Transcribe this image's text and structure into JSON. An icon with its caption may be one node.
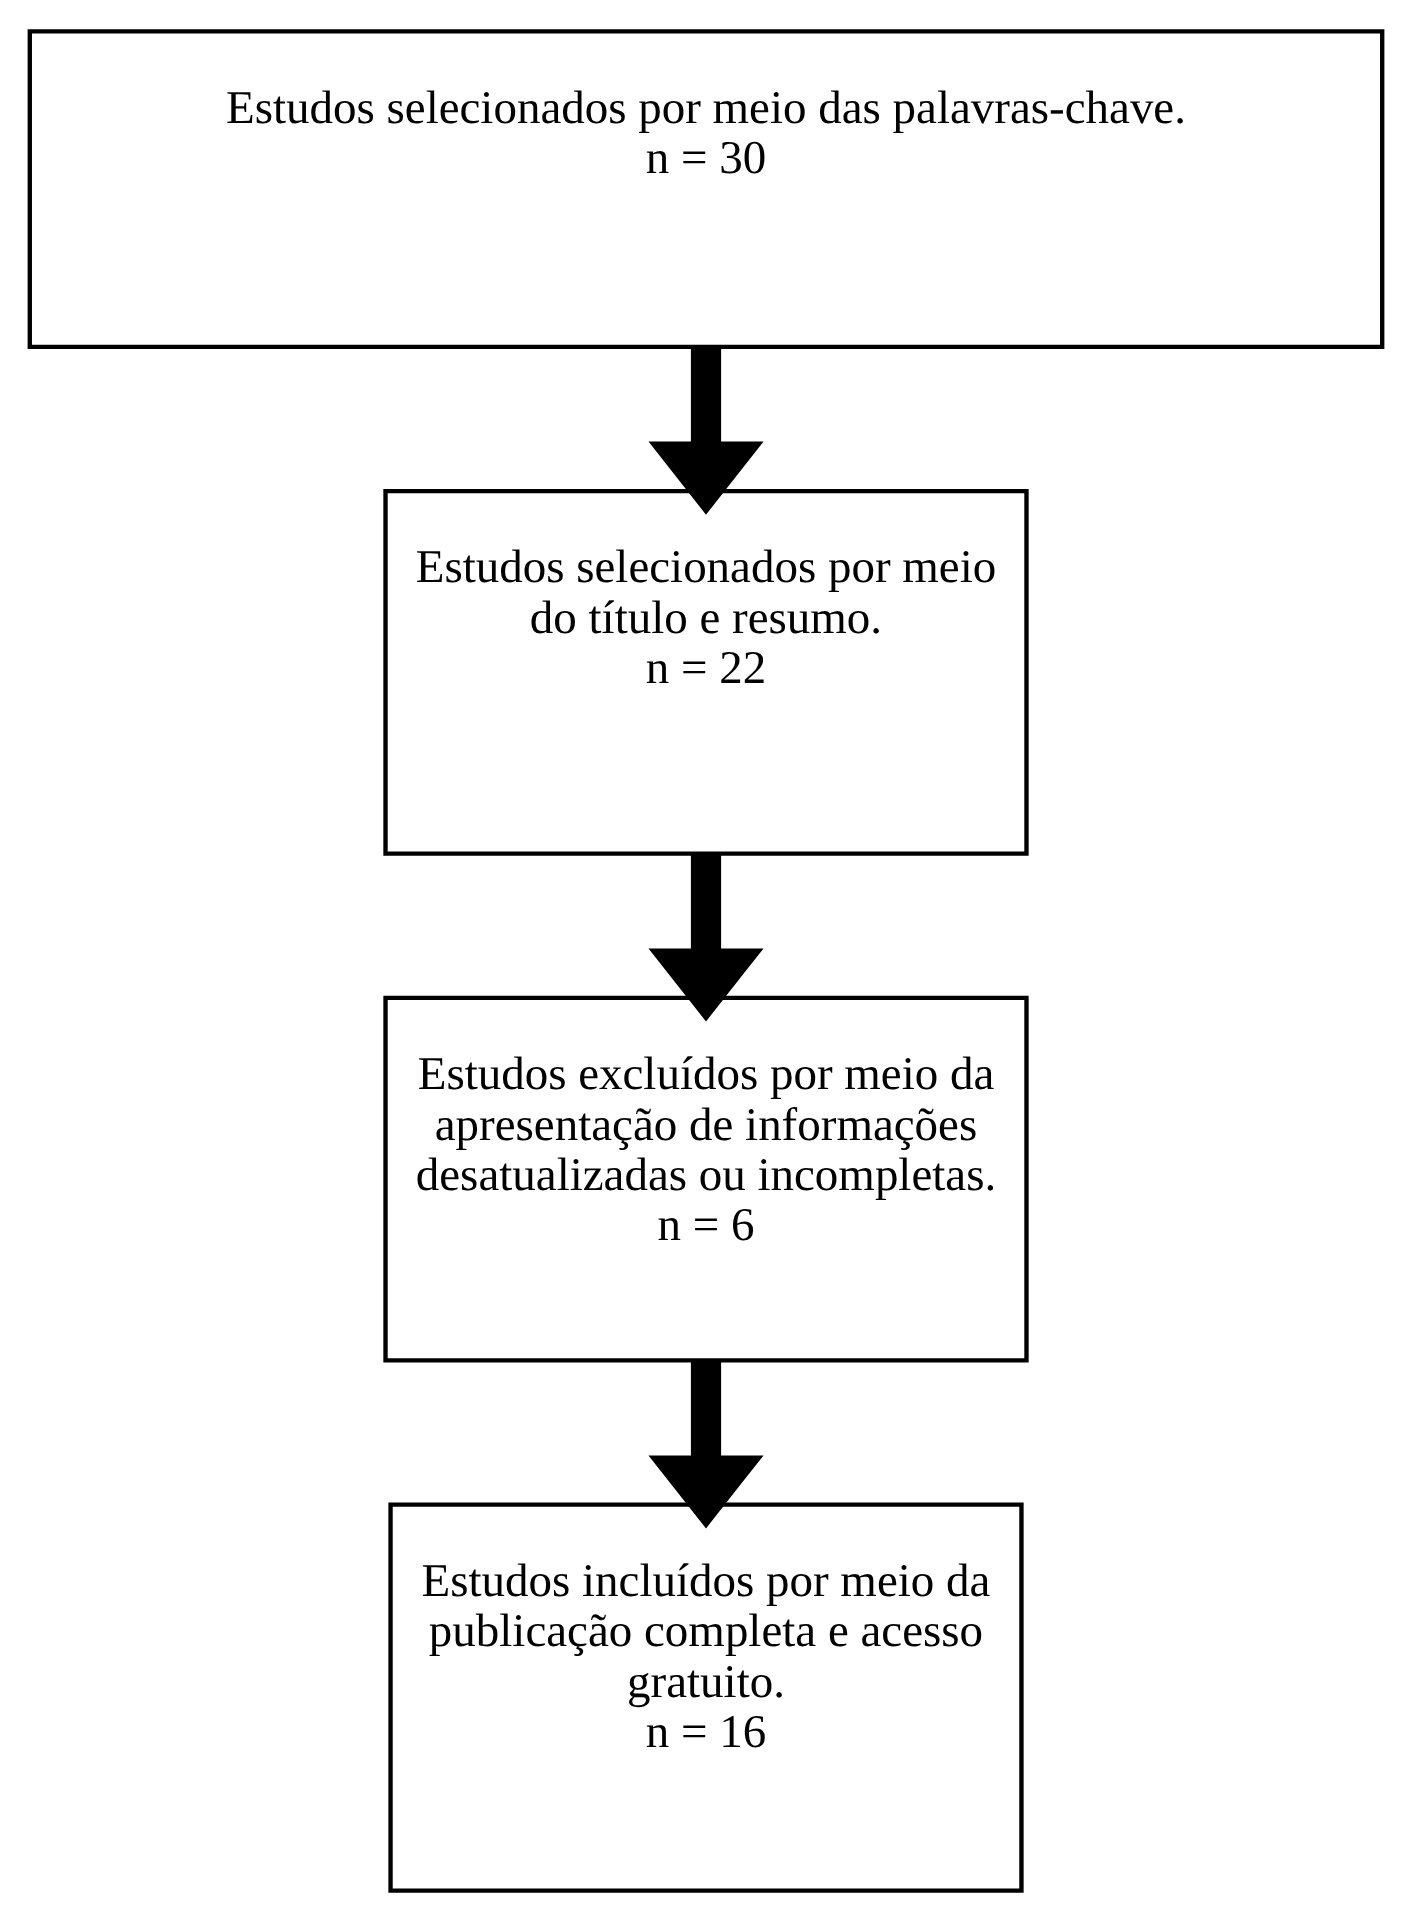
{
  "diagram": {
    "nodes": [
      {
        "text": [
          "Estudos selecionados por meio das palavras-chave.",
          "n = 30"
        ]
      },
      {
        "text": [
          "Estudos selecionados por meio do título e resumo.",
          "n = 22"
        ]
      },
      {
        "text": [
          "Estudos excluídos por meio da apresentação de informações desatualizadas ou incompletas.",
          "n = 6"
        ]
      },
      {
        "text": [
          "Estudos incluídos por meio da publicação completa e acesso gratuito.",
          "n = 16"
        ]
      }
    ],
    "edges": [
      {
        "from": 0,
        "to": 1,
        "arrow": "to"
      },
      {
        "from": 1,
        "to": 2,
        "arrow": "to"
      },
      {
        "from": 2,
        "to": 3,
        "arrow": "to"
      }
    ]
  }
}
